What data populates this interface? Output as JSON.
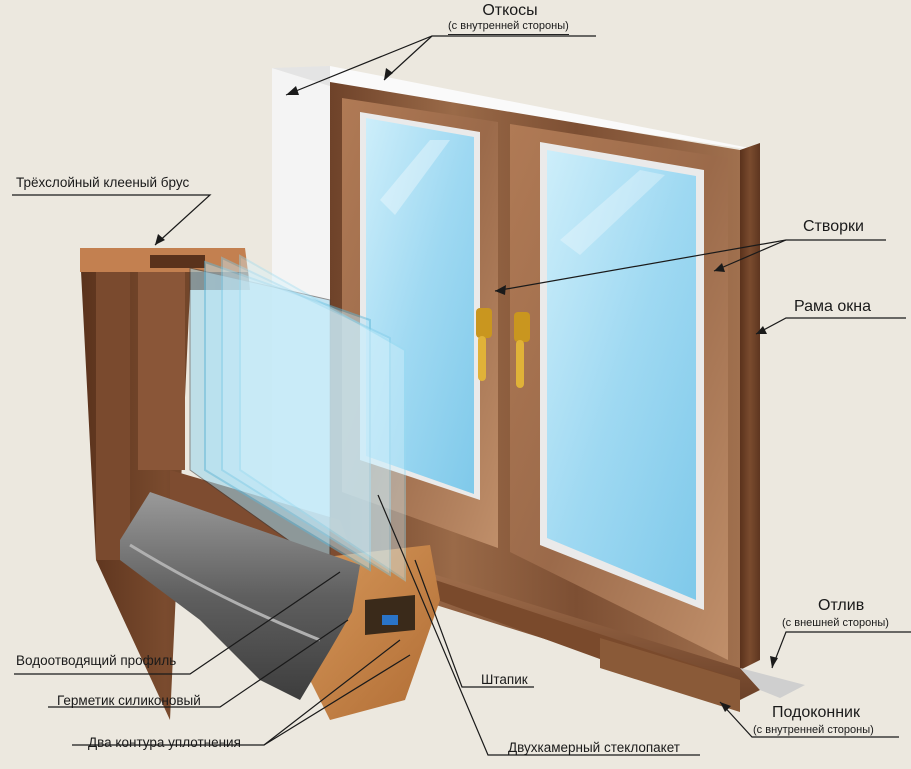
{
  "labels": {
    "otkosy": {
      "title": "Откосы",
      "sub": "(с внутренней стороны)"
    },
    "stvorki": "Створки",
    "rama": "Рама окна",
    "brus": "Трёхслойный клееный брус",
    "otliv": {
      "title": "Отлив",
      "sub": "(с внешней стороны)"
    },
    "podokonnik": {
      "title": "Подоконник",
      "sub": "(с внутренней стороны)"
    },
    "shtapik": "Штапик",
    "steklopaket": "Двухкамерный стеклопакет",
    "vodootvod": "Водоотводящий профиль",
    "germetik": "Герметик силиконовый",
    "kontur": "Два контура уплотнения"
  },
  "colors": {
    "background": "#ece8df",
    "wood": "#8a5a3c",
    "glass": "#aee0f4",
    "handle": "#d4a52a",
    "gasket": "#6d6d6d"
  }
}
